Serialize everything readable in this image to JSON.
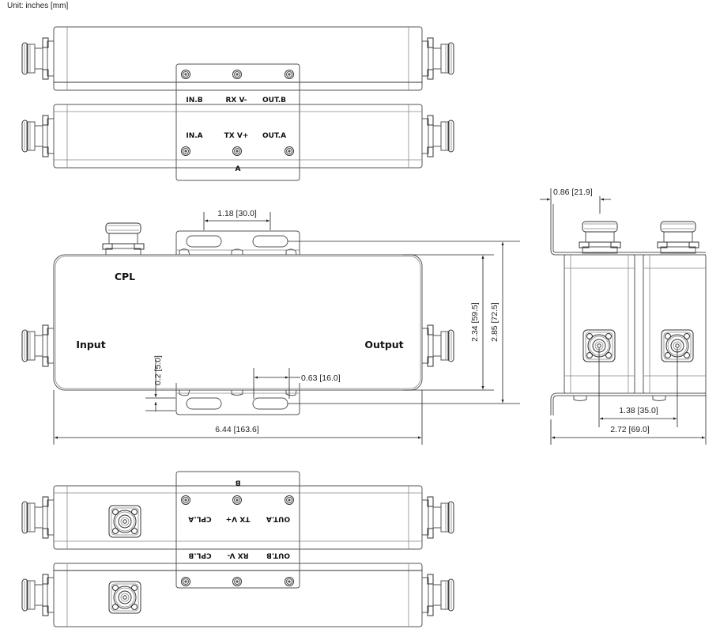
{
  "unit_label": "Unit: inches [mm]",
  "top_view": {
    "plate_labels": [
      "IN.B",
      "RX V-",
      "OUT.B",
      "IN.A",
      "TX V+",
      "OUT.A"
    ],
    "view_letter": "A"
  },
  "front_view": {
    "port_labels": {
      "cpl": "CPL",
      "input": "Input",
      "output": "Output"
    },
    "dimensions": {
      "slot_pitch": "1.18 [30.0]",
      "body_height": "2.34 [59.5]",
      "overall_height": "2.85 [72.5]",
      "bracket_offset": "0.2 [5.0]",
      "slot_length": "0.63 [16.0]",
      "overall_length": "6.44 [163.6]"
    }
  },
  "side_view": {
    "dimensions": {
      "bracket_to_connector": "0.86 [21.9]",
      "connector_pitch": "1.38 [35.0]",
      "overall_width": "2.72 [69.0]"
    }
  },
  "bottom_view": {
    "plate_labels": [
      "OUT.A",
      "TX V+",
      "CPL.A",
      "OUT.B",
      "RX V-",
      "CPL.B"
    ],
    "view_letter": "B"
  }
}
